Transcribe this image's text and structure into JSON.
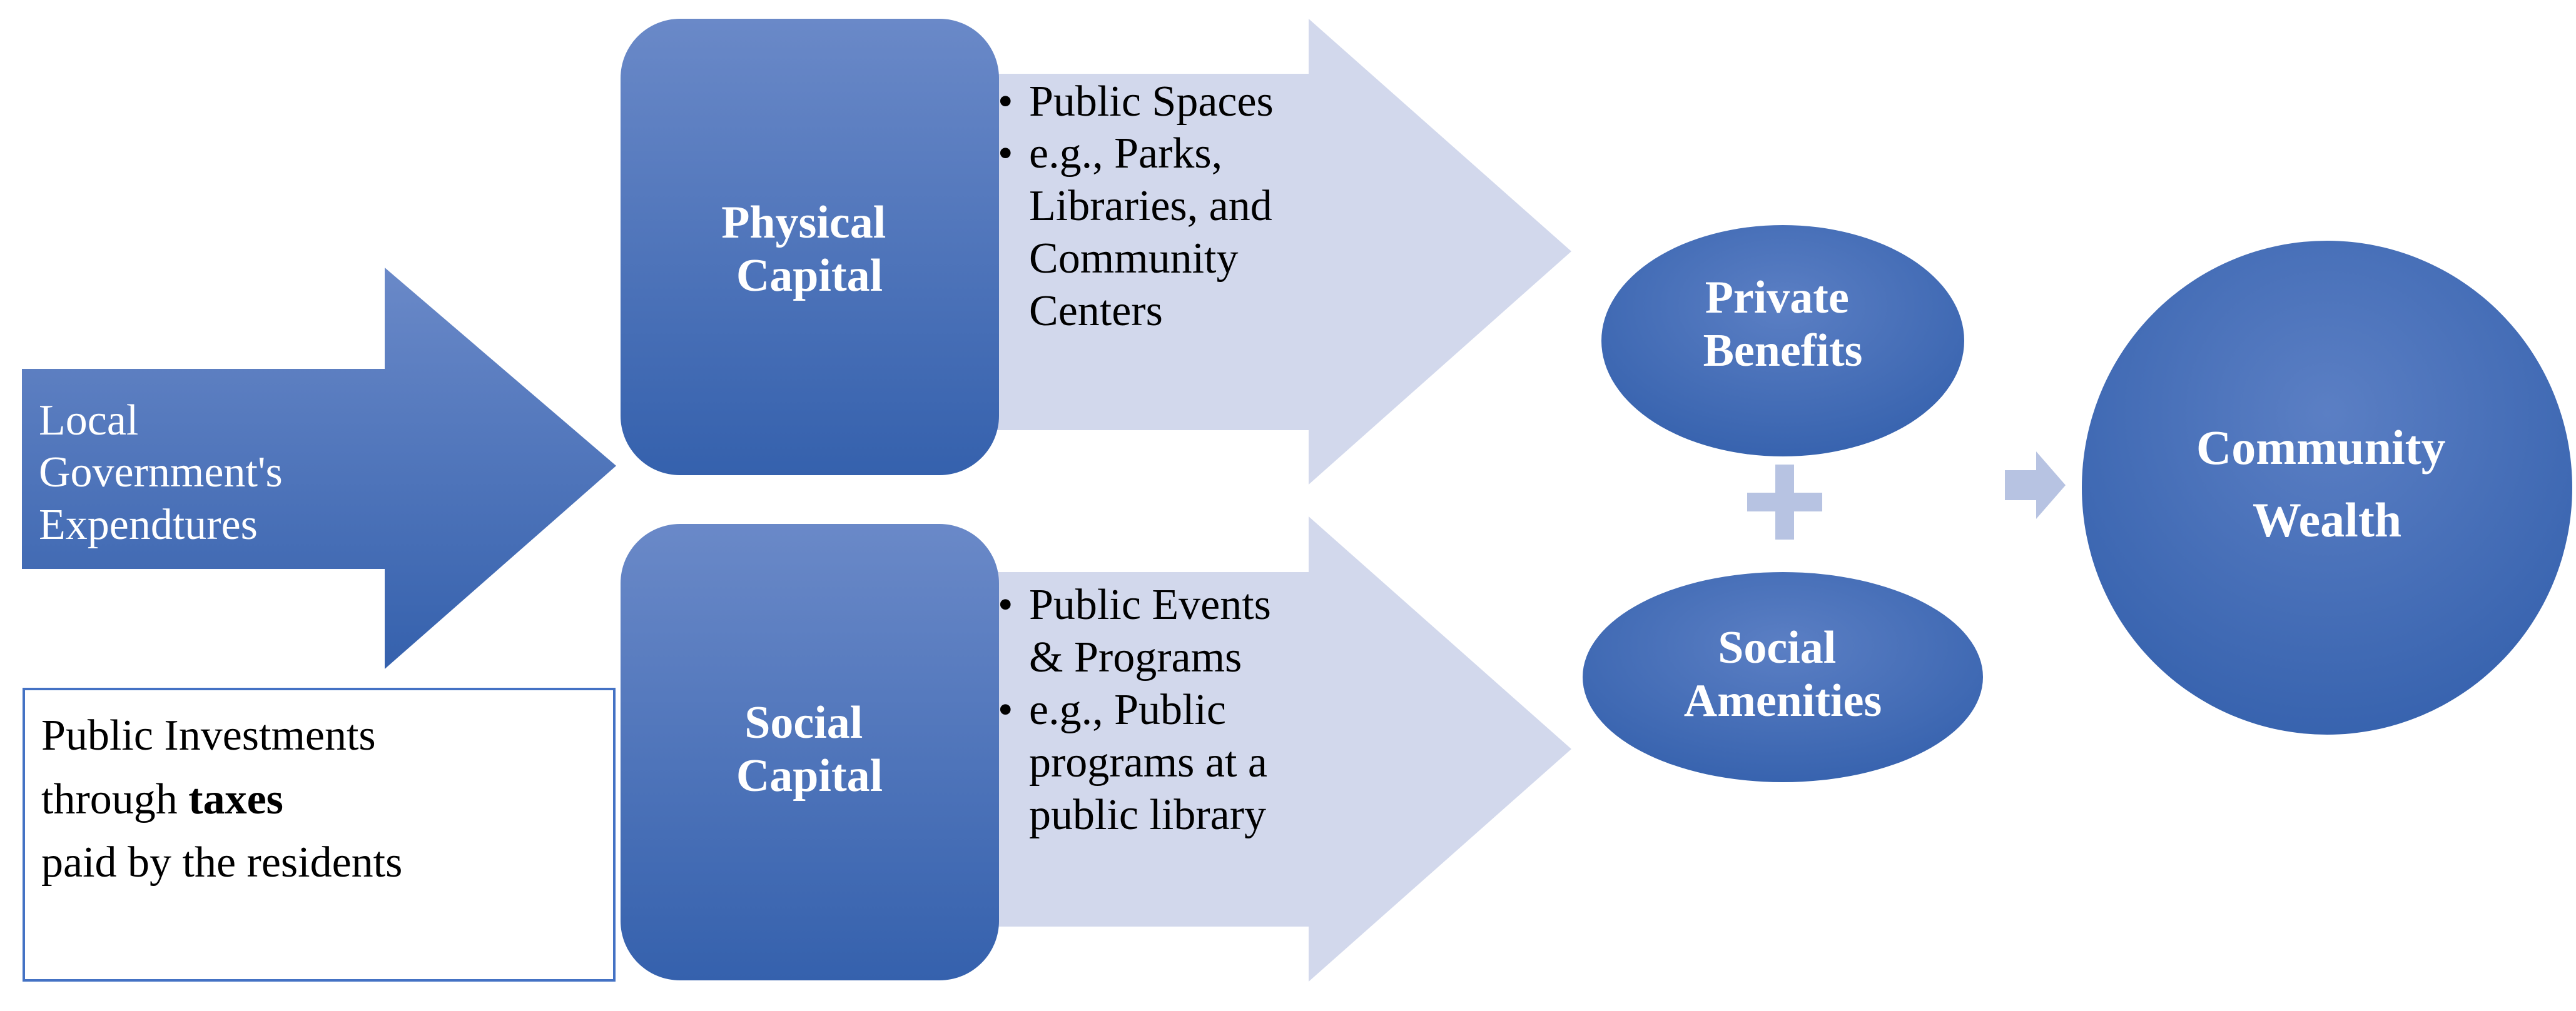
{
  "input": {
    "label_lines": [
      "Local",
      "Government's",
      "Expendtures"
    ]
  },
  "note_box": {
    "line1": "Public Investments",
    "line2_prefix": "through ",
    "line2_bold": "taxes",
    "line3": "paid by the residents"
  },
  "physical_capital": {
    "title_lines": [
      "Physical",
      "Capital"
    ],
    "bullets": [
      {
        "lines": [
          "Public Spaces"
        ]
      },
      {
        "lines": [
          "e.g., Parks,",
          "Libraries, and",
          "Community",
          "Centers"
        ]
      }
    ]
  },
  "social_capital": {
    "title_lines": [
      "Social",
      "Capital"
    ],
    "bullets": [
      {
        "lines": [
          "Public Events",
          "& Programs"
        ]
      },
      {
        "lines": [
          "e.g., Public",
          "programs at a",
          "public library"
        ]
      }
    ]
  },
  "benefits": {
    "top_lines": [
      "Private",
      "Benefits"
    ],
    "bottom_lines": [
      "Social",
      "Amenities"
    ],
    "plus_symbol": "+"
  },
  "result": {
    "lines": [
      "Community",
      "Wealth"
    ]
  },
  "colors": {
    "primary_blue": "#3f6bb5",
    "arrow_light": "#d2d8ec",
    "small_arrow": "#b7c3e2",
    "note_border": "#4472c4"
  }
}
